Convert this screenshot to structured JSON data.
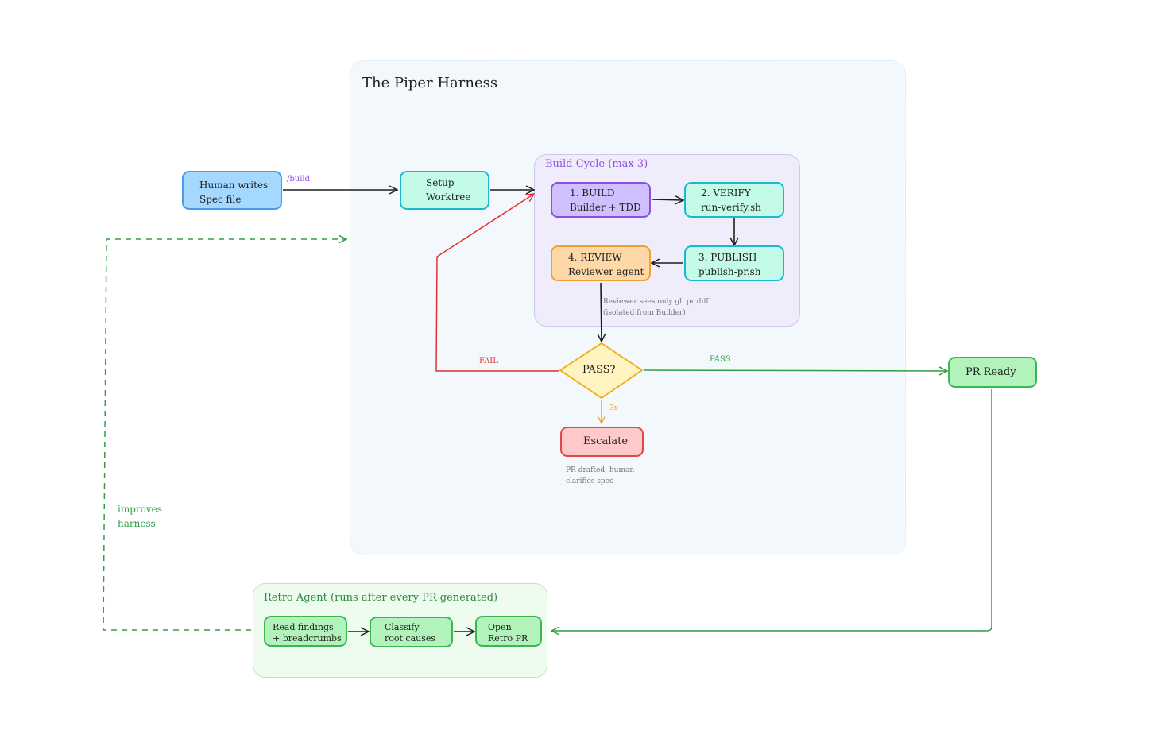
{
  "harness": {
    "title": "The Piper Harness"
  },
  "build_cycle": {
    "title": "Build Cycle (max 3)"
  },
  "retro": {
    "title": "Retro Agent (runs after every PR generated)"
  },
  "nodes": {
    "human": {
      "line1": "Human writes",
      "line2": "Spec file"
    },
    "setup": {
      "line1": "Setup",
      "line2": "Worktree"
    },
    "build": {
      "line1": "1. BUILD",
      "line2": "Builder + TDD"
    },
    "verify": {
      "line1": "2. VERIFY",
      "line2": "run-verify.sh"
    },
    "publish": {
      "line1": "3. PUBLISH",
      "line2": "publish-pr.sh"
    },
    "review": {
      "line1": "4. REVIEW",
      "line2": "Reviewer agent"
    },
    "decision": {
      "label": "PASS?"
    },
    "escalate": {
      "label": "Escalate"
    },
    "pr_ready": {
      "label": "PR Ready"
    },
    "read_findings": {
      "line1": "Read findings",
      "line2": "+ breadcrumbs"
    },
    "classify": {
      "line1": "Classify",
      "line2": "root causes"
    },
    "open_retro": {
      "line1": "Open",
      "line2": "Retro PR"
    }
  },
  "edge_labels": {
    "build_cmd": "/build",
    "fail": "FAIL",
    "pass": "PASS",
    "three_x": "3x",
    "improves_1": "improves",
    "improves_2": "harness"
  },
  "notes": {
    "reviewer_1": "Reviewer sees only gh pr diff",
    "reviewer_2": "(isolated from Builder)",
    "escalate_1": "PR drafted, human",
    "escalate_2": "clarifies spec"
  },
  "colors": {
    "harness_bg": "#f3f8fd",
    "cycle_bg": "#efedfb",
    "cycle_border": "#cfc6ef",
    "cycle_title": "#8e50e0",
    "retro_bg": "#eefbef",
    "retro_border": "#b9e8c0",
    "retro_title": "#2d8a3c",
    "blue_fill": "#a5d8ff",
    "blue_stroke": "#4a9ce8",
    "teal_fill": "#c3fae8",
    "teal_stroke": "#1cb8cf",
    "purple_fill": "#d0bfff",
    "purple_stroke": "#8a4fe0",
    "orange_fill": "#ffd8a8",
    "orange_stroke": "#f2a033",
    "yellow_fill": "#fff3bf",
    "yellow_stroke": "#f0ac17",
    "red_fill": "#ffc9c9",
    "red_stroke": "#e04747",
    "green_fill": "#b2f2bb",
    "green_stroke": "#3bb556",
    "fail_red": "#e03131",
    "pass_green": "#2f9e44",
    "edge_dark": "#1e1e1e"
  }
}
